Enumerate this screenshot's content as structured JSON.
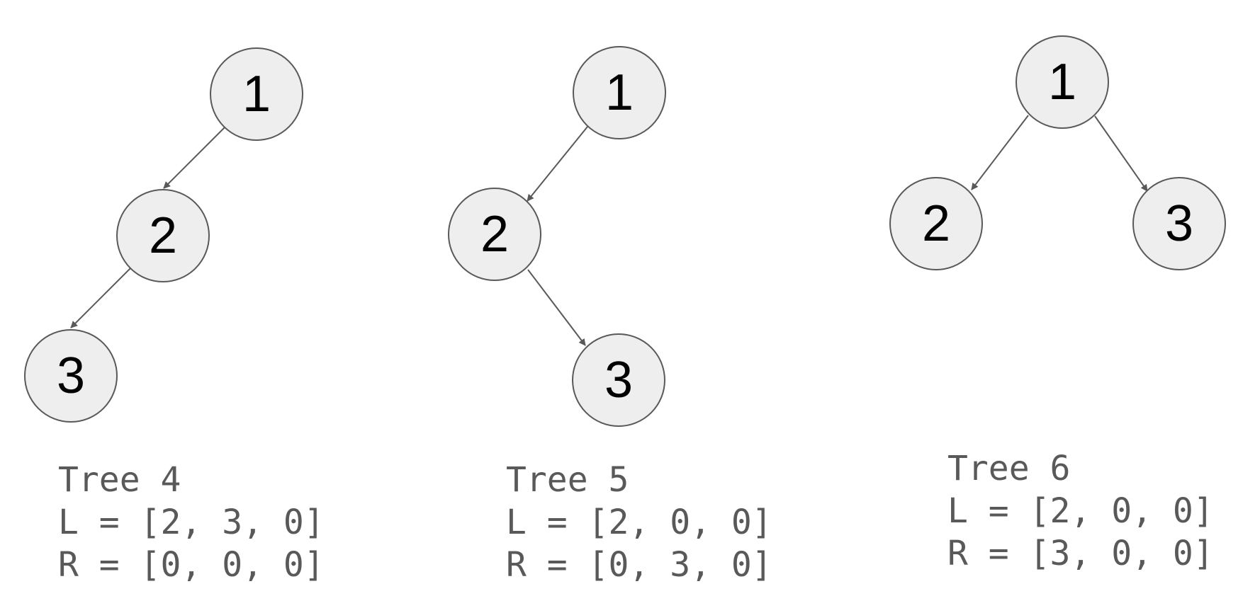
{
  "colors": {
    "node_fill": "#eeeeee",
    "node_stroke": "#595959",
    "edge": "#595959",
    "caption_text": "#595959"
  },
  "trees": [
    {
      "title": "Tree 4",
      "L": "L = [2, 3, 0]",
      "R": "R = [0, 0, 0]",
      "nodes": [
        {
          "id": "1",
          "label": "1"
        },
        {
          "id": "2",
          "label": "2"
        },
        {
          "id": "3",
          "label": "3"
        }
      ],
      "edges": [
        {
          "from": "1",
          "to": "2",
          "side": "left"
        },
        {
          "from": "2",
          "to": "3",
          "side": "left"
        }
      ]
    },
    {
      "title": "Tree 5",
      "L": "L = [2, 0, 0]",
      "R": "R = [0, 3, 0]",
      "nodes": [
        {
          "id": "1",
          "label": "1"
        },
        {
          "id": "2",
          "label": "2"
        },
        {
          "id": "3",
          "label": "3"
        }
      ],
      "edges": [
        {
          "from": "1",
          "to": "2",
          "side": "left"
        },
        {
          "from": "2",
          "to": "3",
          "side": "right"
        }
      ]
    },
    {
      "title": "Tree 6",
      "L": "L = [2, 0, 0]",
      "R": "R = [3, 0, 0]",
      "nodes": [
        {
          "id": "1",
          "label": "1"
        },
        {
          "id": "2",
          "label": "2"
        },
        {
          "id": "3",
          "label": "3"
        }
      ],
      "edges": [
        {
          "from": "1",
          "to": "2",
          "side": "left"
        },
        {
          "from": "1",
          "to": "3",
          "side": "right"
        }
      ]
    }
  ]
}
